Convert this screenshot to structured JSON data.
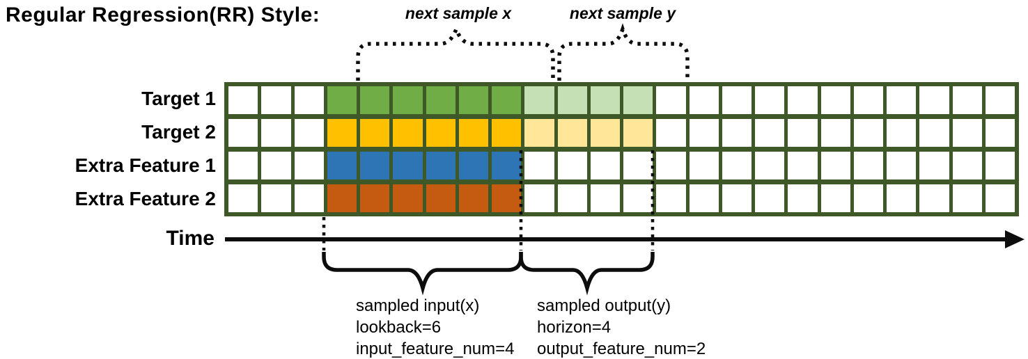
{
  "title": "Regular Regression(RR) Style:",
  "time_label": "Time",
  "next_sample": {
    "x_label": "next sample x",
    "y_label": "next sample y"
  },
  "sampled_input": {
    "line1": "sampled input(x)",
    "line2": "lookback=6",
    "line3": "input_feature_num=4"
  },
  "sampled_output": {
    "line1": "sampled output(y)",
    "line2": "horizon=4",
    "line3": "output_feature_num=2"
  },
  "colors": {
    "grid_border": "#3E5827",
    "white": "#ffffff",
    "green": "#70AD47",
    "light_green": "#C5E0B4",
    "gold": "#FFC000",
    "light_gold": "#FFE699",
    "blue": "#2E75B6",
    "orange": "#C55A11",
    "line_black": "#0d0d0d"
  },
  "grid": {
    "columns": 24,
    "rows": [
      {
        "label": "Target 1",
        "segments": [
          {
            "count": 3,
            "color": "white"
          },
          {
            "count": 6,
            "color": "green"
          },
          {
            "count": 4,
            "color": "light_green"
          },
          {
            "count": 11,
            "color": "white"
          }
        ]
      },
      {
        "label": "Target 2",
        "segments": [
          {
            "count": 3,
            "color": "white"
          },
          {
            "count": 6,
            "color": "gold"
          },
          {
            "count": 4,
            "color": "light_gold"
          },
          {
            "count": 11,
            "color": "white"
          }
        ]
      },
      {
        "label": "Extra Feature 1",
        "segments": [
          {
            "count": 3,
            "color": "white"
          },
          {
            "count": 6,
            "color": "blue"
          },
          {
            "count": 15,
            "color": "white"
          }
        ]
      },
      {
        "label": "Extra Feature 2",
        "segments": [
          {
            "count": 3,
            "color": "white"
          },
          {
            "count": 6,
            "color": "orange"
          },
          {
            "count": 15,
            "color": "white"
          }
        ]
      }
    ]
  }
}
